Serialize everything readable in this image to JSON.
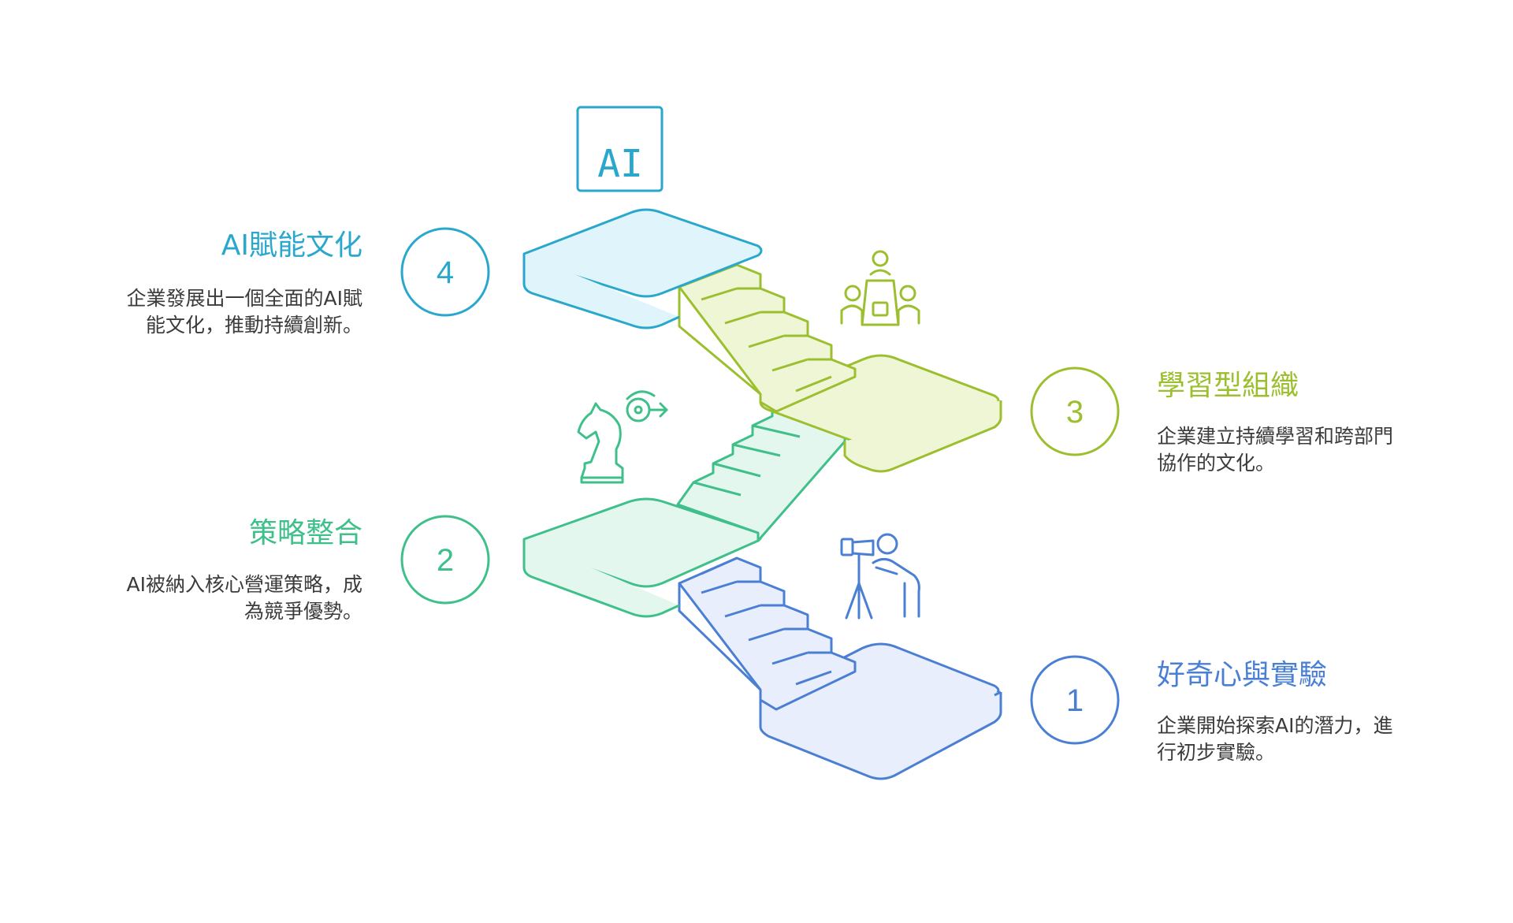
{
  "colors": {
    "stage1": "#4a7fd4",
    "stage1_fill": "#e8eefb",
    "stage2": "#3fc08a",
    "stage2_fill": "#e4f7ee",
    "stage3": "#9cbf2f",
    "stage3_fill": "#eef6d6",
    "stage4": "#2aa7cc",
    "stage4_fill": "#e0f5fb",
    "text": "#3b3b3b"
  },
  "stages": [
    {
      "number": "1",
      "title": "好奇心與實驗",
      "description": "企業開始探索AI的潛力，進行初步實驗。",
      "icon": "telescope-observer-icon"
    },
    {
      "number": "2",
      "title": "策略整合",
      "description": "AI被納入核心營運策略，成為競爭優勢。",
      "icon": "chess-knight-icon"
    },
    {
      "number": "3",
      "title": "學習型組織",
      "description": "企業建立持續學習和跨部門協作的文化。",
      "icon": "team-meeting-icon"
    },
    {
      "number": "4",
      "title": "AI賦能文化",
      "description": "企業發展出一個全面的AI賦能文化，推動持續創新。",
      "icon": "ai-chip-icon",
      "icon_text": "AI"
    }
  ]
}
